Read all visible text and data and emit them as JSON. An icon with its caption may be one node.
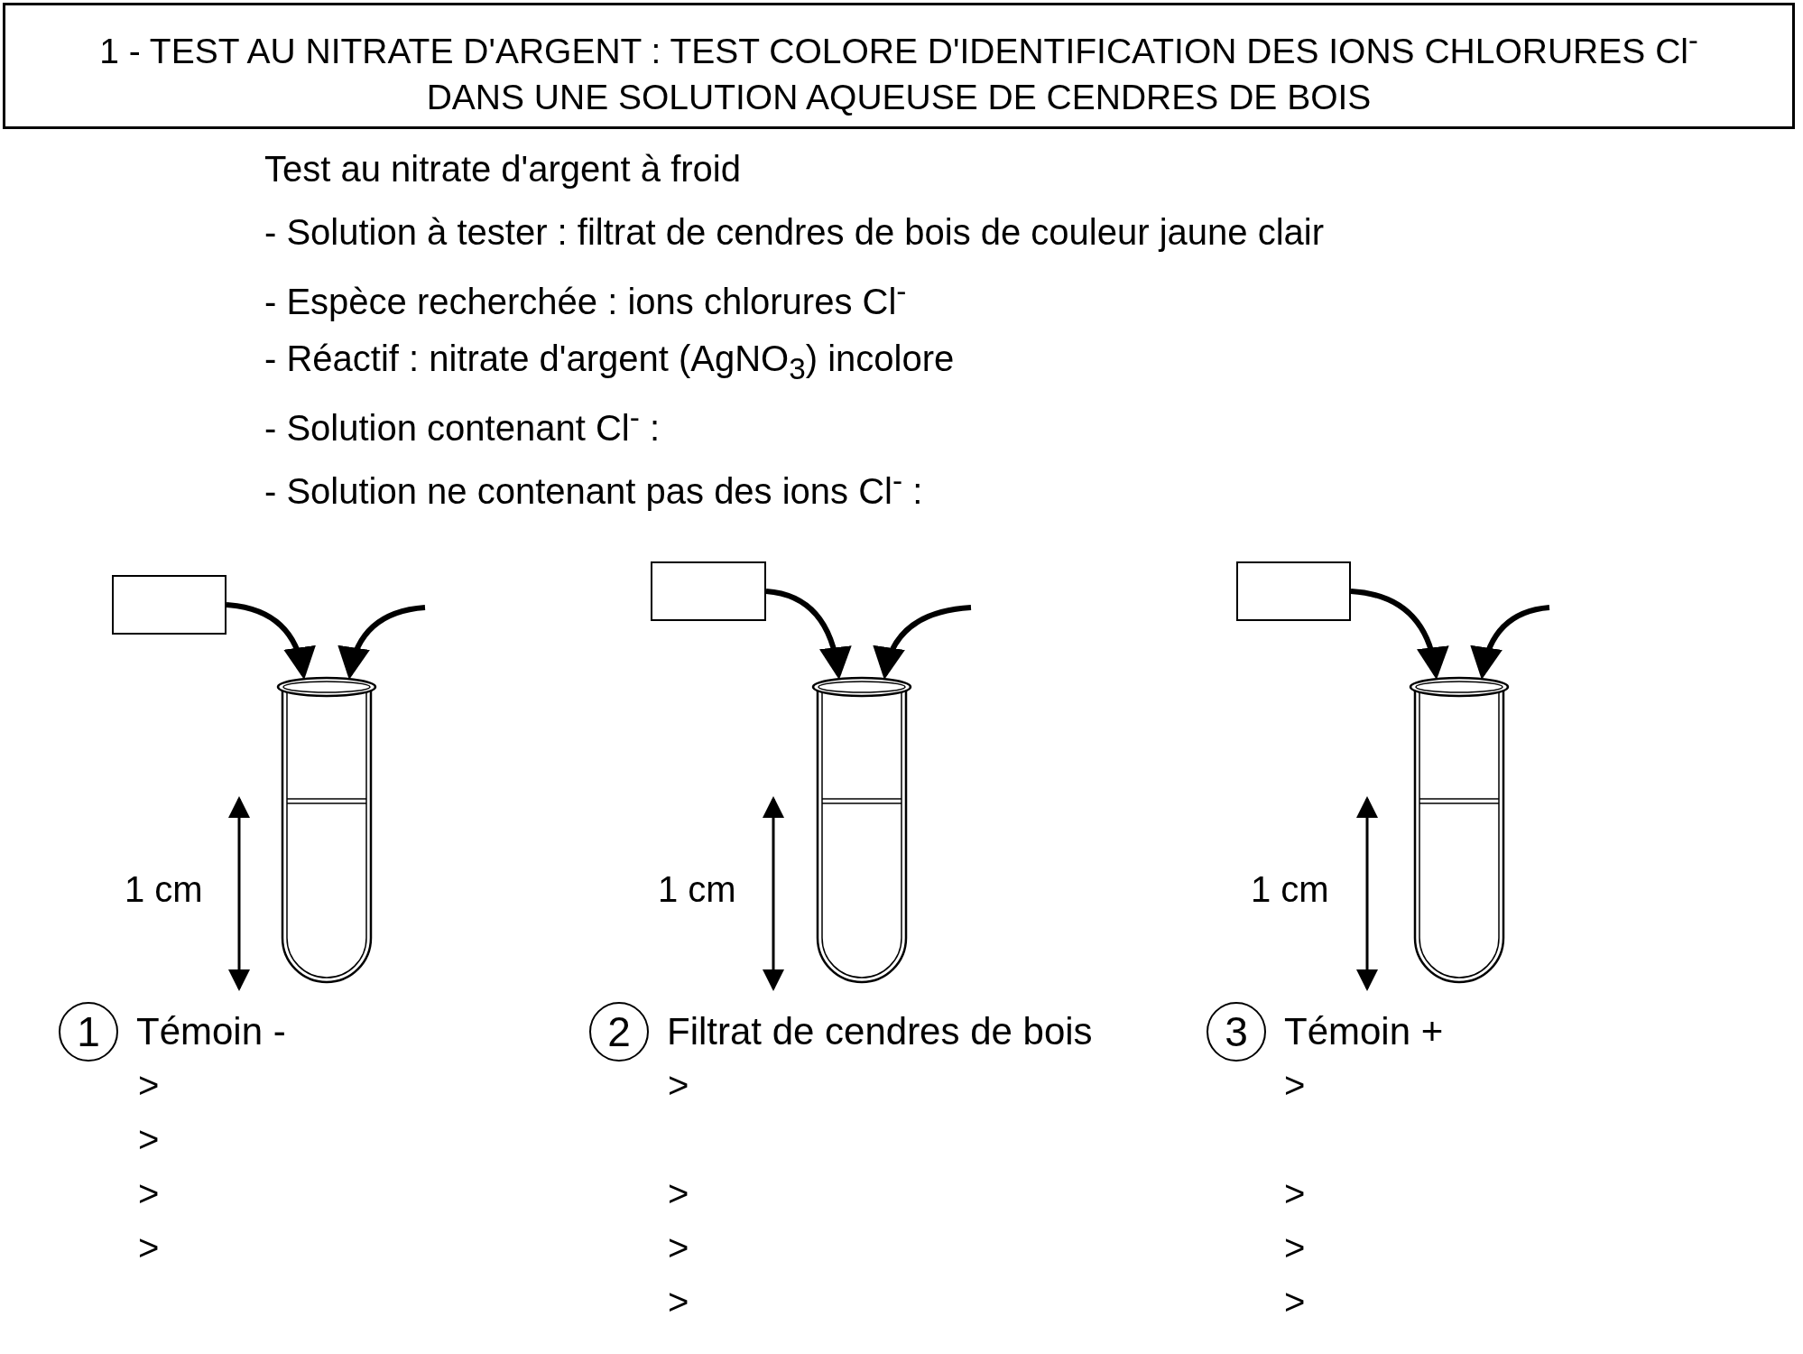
{
  "diagram": {
    "title": "1 - TEST AU NITRATE D'ARGENT : TEST COLORE D'IDENTIFICATION DES IONS CHLORURES Cl$^{-}$ DANS UNE SOLUTION AQUEUSE DE CENDRES DE BOIS",
    "nodes": [
      {
        "text": [],
        "shape": "box"
      },
      {
        "text": [],
        "shape": "tube"
      },
      {
        "text": [],
        "shape": "box"
      },
      {
        "text": [],
        "shape": "tube"
      },
      {
        "text": [],
        "shape": "box"
      },
      {
        "text": [],
        "shape": "tube"
      },
      {
        "text": [
          "1"
        ],
        "beside": [
          "Témoin -"
        ]
      },
      {
        "text": [
          "2"
        ],
        "beside": [
          "Filtrat de cendres de bois"
        ]
      },
      {
        "text": [
          "3"
        ],
        "beside": [
          "Témoin +"
        ]
      }
    ],
    "edges": [
      {
        "from": 0,
        "to": 1,
        "arrow": "to"
      },
      {
        "from": null,
        "to": 1,
        "arrow": "to"
      },
      {
        "from": 2,
        "to": 3,
        "arrow": "to"
      },
      {
        "from": null,
        "to": 3,
        "arrow": "to"
      },
      {
        "from": 4,
        "to": 5,
        "arrow": "to"
      },
      {
        "from": null,
        "to": 5,
        "arrow": "to"
      }
    ],
    "labels": [
      "Test au nitrate d'argent à froid",
      "- Solution à tester : filtrat de cendres de bois de couleur jaune clair",
      "- Espèce recherchée : ions chlorures Cl$^{-}$",
      "- Réactif : nitrate d'argent (AgNO$_{3}$) incolore",
      "- Solution contenant Cl$^{-}$ :",
      "- Solution ne contenant pas des ions Cl$^{-}$ :",
      "1 cm",
      "1 cm",
      "1 cm",
      ">",
      ">",
      ">",
      ">",
      ">",
      ">",
      ">",
      ">",
      ">",
      ">",
      ">",
      ">"
    ]
  }
}
